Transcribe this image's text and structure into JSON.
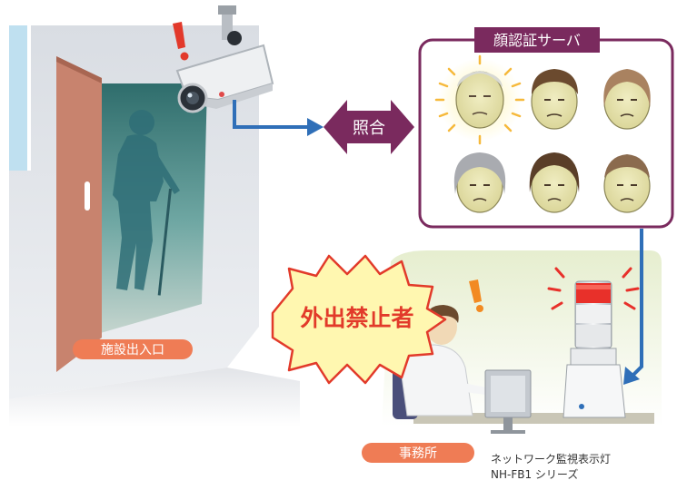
{
  "server": {
    "title": "顔認証サーバ"
  },
  "match": {
    "label": "照合"
  },
  "alert": {
    "label": "外出禁止者"
  },
  "entrance": {
    "label": "施設出入口"
  },
  "office": {
    "label": "事務所"
  },
  "product": {
    "name_line1": "ネットワーク監視表示灯",
    "name_line2": "NH-FB1 シリーズ"
  },
  "colors": {
    "accent_purple": "#7a2a5e",
    "pill_orange": "#ef7c55",
    "arrow_blue": "#2f6fb8",
    "lamp_red": "#e8302a",
    "alert_yellow": "#fff7b0",
    "alert_red": "#e23a2a"
  }
}
